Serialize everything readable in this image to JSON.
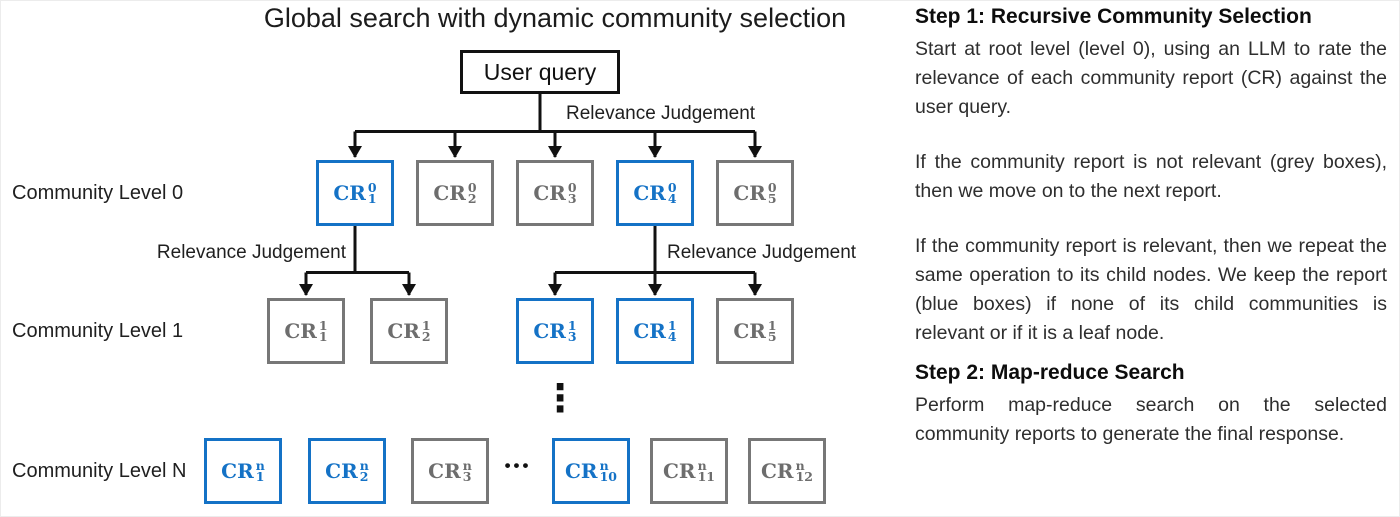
{
  "title": "Global search with dynamic community selection",
  "user_query_label": "User query",
  "relevance_labels": {
    "top": "Relevance Judgement",
    "left": "Relevance Judgement",
    "right": "Relevance Judgement"
  },
  "ellipsis": {
    "vertical": "⋮",
    "horizontal": "•••"
  },
  "colors": {
    "relevant_blue": "#1472C6",
    "not_relevant_grey": "#777777",
    "line_black": "#111111"
  },
  "levels": [
    {
      "label": "Community Level 0",
      "nodes": [
        {
          "base": "CR",
          "sup": "0",
          "sub": "1",
          "relevant": true
        },
        {
          "base": "CR",
          "sup": "0",
          "sub": "2",
          "relevant": false
        },
        {
          "base": "CR",
          "sup": "0",
          "sub": "3",
          "relevant": false
        },
        {
          "base": "CR",
          "sup": "0",
          "sub": "4",
          "relevant": true
        },
        {
          "base": "CR",
          "sup": "0",
          "sub": "5",
          "relevant": false
        }
      ]
    },
    {
      "label": "Community Level 1",
      "nodes": [
        {
          "base": "CR",
          "sup": "1",
          "sub": "1",
          "relevant": false
        },
        {
          "base": "CR",
          "sup": "1",
          "sub": "2",
          "relevant": false
        },
        {
          "base": "CR",
          "sup": "1",
          "sub": "3",
          "relevant": true
        },
        {
          "base": "CR",
          "sup": "1",
          "sub": "4",
          "relevant": true
        },
        {
          "base": "CR",
          "sup": "1",
          "sub": "5",
          "relevant": false
        }
      ]
    },
    {
      "label": "Community Level N",
      "nodes": [
        {
          "base": "CR",
          "sup": "n",
          "sub": "1",
          "relevant": true
        },
        {
          "base": "CR",
          "sup": "n",
          "sub": "2",
          "relevant": true
        },
        {
          "base": "CR",
          "sup": "n",
          "sub": "3",
          "relevant": false
        },
        {
          "base": "CR",
          "sup": "n",
          "sub": "10",
          "relevant": true
        },
        {
          "base": "CR",
          "sup": "n",
          "sub": "11",
          "relevant": false
        },
        {
          "base": "CR",
          "sup": "n",
          "sub": "12",
          "relevant": false
        }
      ]
    }
  ],
  "panel": {
    "step1_heading": "Step 1: Recursive Community Selection",
    "step1_para1": "Start at root level (level 0), using an LLM to rate the relevance of each community report (CR) against the user query.",
    "step1_para2": "If the community report is not relevant (grey boxes), then we move on to the next report.",
    "step1_para3": "If the community report is relevant, then we repeat the same operation to its child nodes. We keep the report (blue boxes) if none of its child communities is relevant or if it is a leaf node.",
    "step2_heading": "Step 2: Map-reduce Search",
    "step2_para1": "Perform map-reduce search on the selected community reports to generate the final response."
  }
}
